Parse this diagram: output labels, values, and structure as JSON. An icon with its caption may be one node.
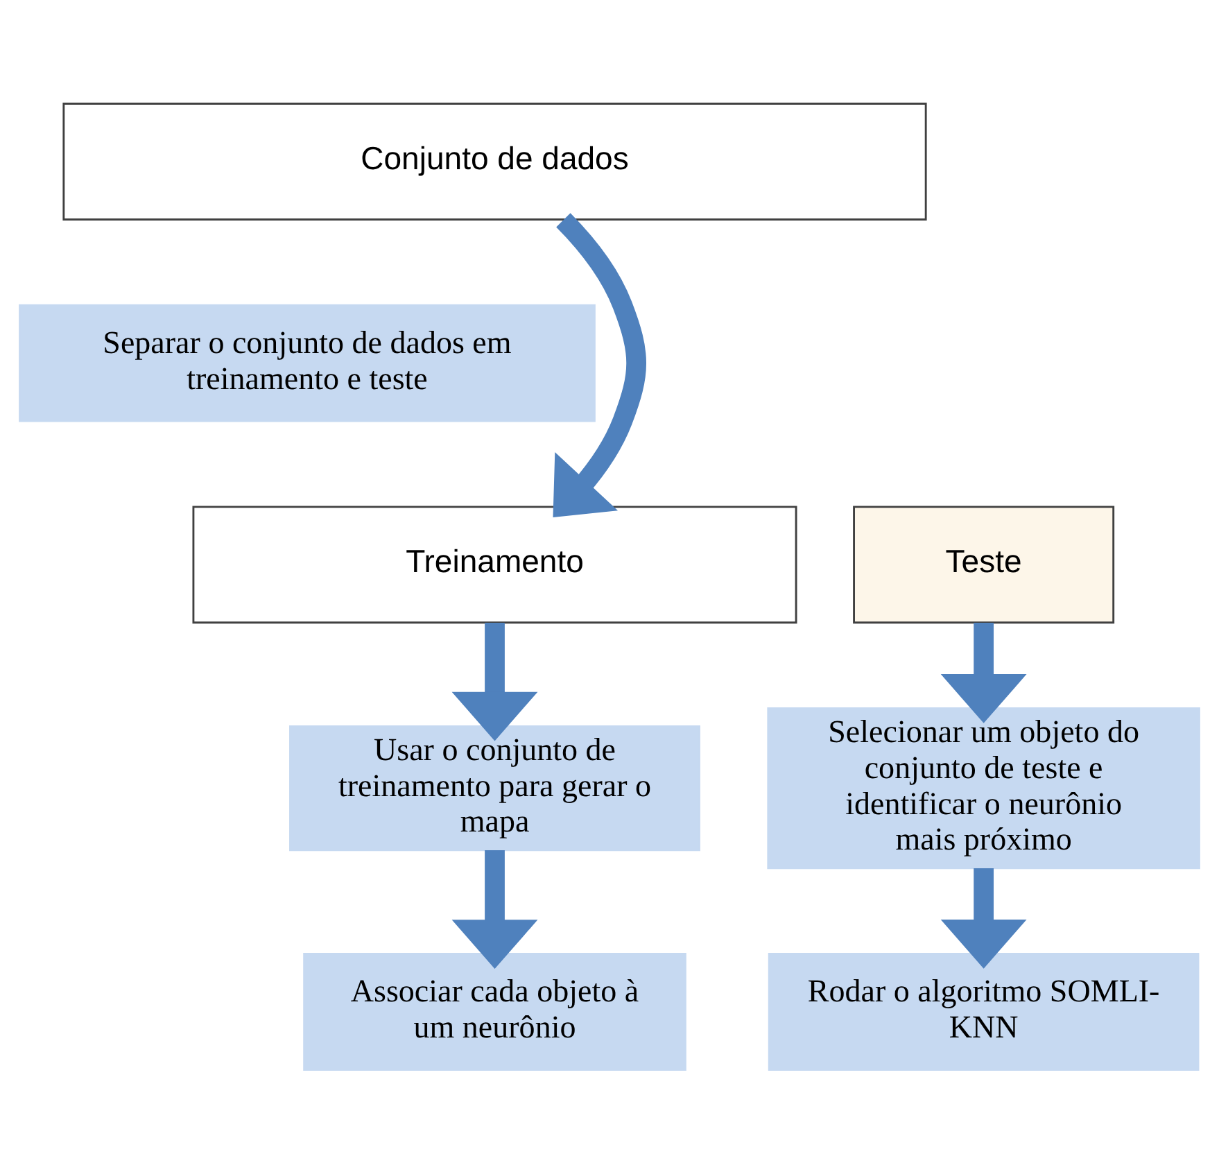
{
  "diagram": {
    "nodes": [
      {
        "text": [
          "Conjunto de dados"
        ]
      },
      {
        "text": [
          "Separar o conjunto de dados em treinamento e teste"
        ]
      },
      {
        "text": [
          "Treinamento"
        ]
      },
      {
        "text": [
          "Teste"
        ]
      },
      {
        "text": [
          "Usar o conjunto de treinamento para gerar o mapa"
        ]
      },
      {
        "text": [
          "Selecionar um objeto do conjunto de teste e identificar o neurônio mais próximo"
        ]
      },
      {
        "text": [
          "Associar cada objeto à um neurônio"
        ]
      },
      {
        "text": [
          "Rodar o algoritmo SOMLI-KNN"
        ]
      }
    ],
    "edges": [
      {
        "from": 0,
        "to": 2,
        "arrow": "to"
      },
      {
        "from": 2,
        "to": 4,
        "arrow": "to"
      },
      {
        "from": 3,
        "to": 5,
        "arrow": "to"
      },
      {
        "from": 4,
        "to": 6,
        "arrow": "to"
      },
      {
        "from": 5,
        "to": 7,
        "arrow": "to"
      }
    ]
  }
}
